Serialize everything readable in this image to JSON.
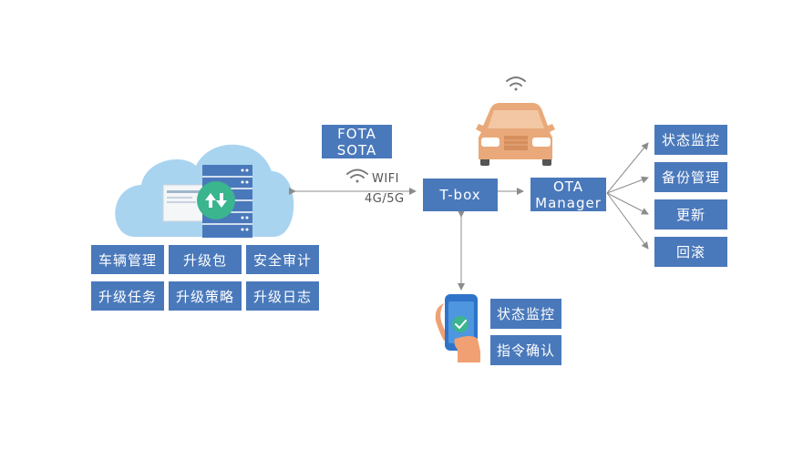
{
  "cloud_modules": [
    "车辆管理",
    "升级包",
    "安全审计",
    "升级任务",
    "升级策略",
    "升级日志"
  ],
  "fota_sota": [
    "FOTA",
    "SOTA"
  ],
  "wifi_label": "WIFI",
  "network_label": "4G/5G",
  "tbox_label": "T-box",
  "ota_manager": [
    "OTA",
    "Manager"
  ],
  "ota_functions": [
    "状态监控",
    "备份管理",
    "更新",
    "回滚"
  ],
  "phone_functions": [
    "状态监控",
    "指令确认"
  ],
  "colors": {
    "box": "#4a79bb",
    "cloud": "#a9d4f0",
    "car": "#e9a97a",
    "server": "#4a79bb",
    "badge": "#3bb58e",
    "phone": "#2f74c9",
    "arrow": "#8c8c8c"
  }
}
